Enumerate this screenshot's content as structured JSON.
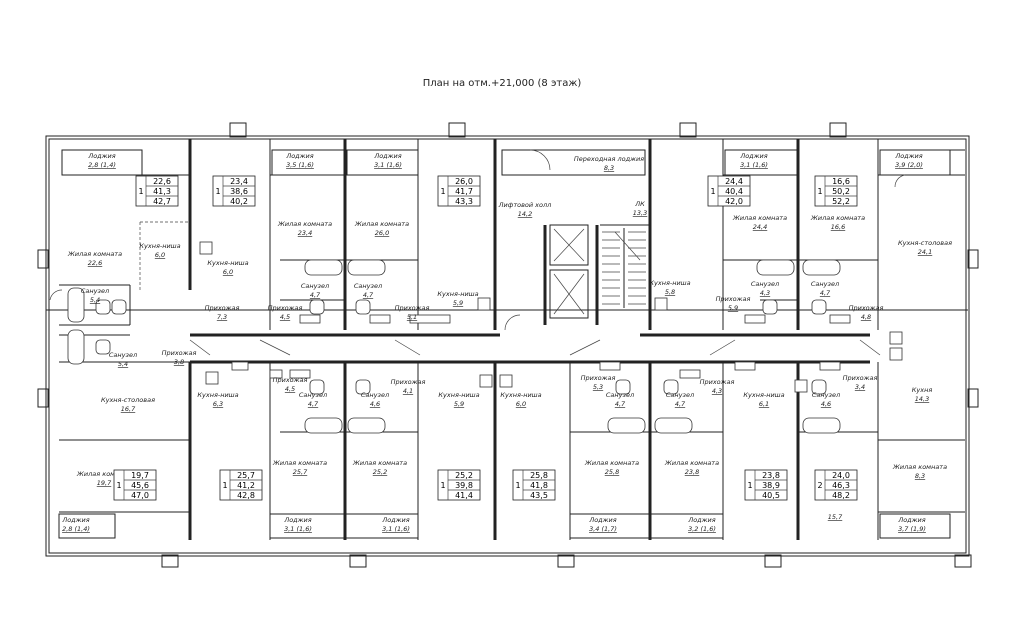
{
  "title": "План на отм.+21,000 (8 этаж)",
  "rooms": [
    {
      "id": "loggia-nw",
      "label": "Лоджия",
      "area": "2,8",
      "area2": "(1,4)"
    },
    {
      "id": "zhk-nw",
      "label": "Жилая комната",
      "area": "22,6"
    },
    {
      "id": "kn-1",
      "label": "Кухня-ниша",
      "area": "6,0"
    },
    {
      "id": "sanuzel-nw",
      "label": "Санузел",
      "area": "5,4"
    },
    {
      "id": "loggia-n2",
      "label": "Лоджия",
      "area": "3,5",
      "area2": "(1,6)"
    },
    {
      "id": "zhk-n2",
      "label": "Жилая комната",
      "area": "23,4"
    },
    {
      "id": "kn-2",
      "label": "Кухня-ниша",
      "area": "6,0"
    },
    {
      "id": "san-n2",
      "label": "Санузел",
      "area": "4,7"
    },
    {
      "id": "pr-n2",
      "label": "Прихожая",
      "area": "4,5"
    },
    {
      "id": "pr-nw",
      "label": "Прихожая",
      "area": "7,3"
    },
    {
      "id": "loggia-n3",
      "label": "Лоджия",
      "area": "3,1",
      "area2": "(1,6)"
    },
    {
      "id": "zhk-n3",
      "label": "Жилая комната",
      "area": "26,0"
    },
    {
      "id": "san-n3",
      "label": "Санузел",
      "area": "4,7"
    },
    {
      "id": "pr-n3",
      "label": "Прихожая",
      "area": "5,1"
    },
    {
      "id": "kn-3",
      "label": "Кухня-ниша",
      "area": "5,9"
    },
    {
      "id": "lift",
      "label": "Лифтовой холл",
      "area": "14,2"
    },
    {
      "id": "trans",
      "label": "Переходная лоджия",
      "area": "8,3"
    },
    {
      "id": "lk",
      "label": "ЛК",
      "area": "13,3"
    },
    {
      "id": "loggia-n4",
      "label": "Лоджия",
      "area": "3,1",
      "area2": "(1,6)"
    },
    {
      "id": "zhk-n4",
      "label": "Жилая комната",
      "area": "24,4"
    },
    {
      "id": "kn-4",
      "label": "Кухня-ниша",
      "area": "5,8"
    },
    {
      "id": "san-n4",
      "label": "Санузел",
      "area": "4,3"
    },
    {
      "id": "pr-n4",
      "label": "Прихожая",
      "area": "5,9"
    },
    {
      "id": "zhk-n5",
      "label": "Жилая комната",
      "area": "16,6"
    },
    {
      "id": "san-n5",
      "label": "Санузел",
      "area": "4,7"
    },
    {
      "id": "pr-n5",
      "label": "Прихожая",
      "area": "4,8"
    },
    {
      "id": "loggia-ne",
      "label": "Лоджия",
      "area": "3,9",
      "area2": "(2,0)"
    },
    {
      "id": "ks-ne",
      "label": "Кухня-столовая",
      "area": "24,1"
    },
    {
      "id": "san-sw",
      "label": "Санузел",
      "area": "5,4"
    },
    {
      "id": "pr-sw",
      "label": "Прихожая",
      "area": "3,8"
    },
    {
      "id": "ks-sw",
      "label": "Кухня-столовая",
      "area": "16,7"
    },
    {
      "id": "zhk-sw",
      "label": "Жилая комната",
      "area": "19,7"
    },
    {
      "id": "loggia-sw",
      "label": "Лоджия",
      "area": "2,8",
      "area2": "(1,4)"
    },
    {
      "id": "kn-s2",
      "label": "Кухня-ниша",
      "area": "6,3"
    },
    {
      "id": "pr-s2",
      "label": "Прихожая",
      "area": "4,5"
    },
    {
      "id": "san-s2",
      "label": "Санузел",
      "area": "4,7"
    },
    {
      "id": "zhk-s2",
      "label": "Жилая комната",
      "area": "25,7"
    },
    {
      "id": "loggia-s2",
      "label": "Лоджия",
      "area": "3,1",
      "area2": "(1,6)"
    },
    {
      "id": "san-s3",
      "label": "Санузел",
      "area": "4,6"
    },
    {
      "id": "pr-s3",
      "label": "Прихожая",
      "area": "4,1"
    },
    {
      "id": "kn-s3",
      "label": "Кухня-ниша",
      "area": "5,9"
    },
    {
      "id": "zhk-s3",
      "label": "Жилая комната",
      "area": "25,2"
    },
    {
      "id": "loggia-s3",
      "label": "Лоджия",
      "area": "3,1",
      "area2": "(1,6)"
    },
    {
      "id": "kn-s4",
      "label": "Кухня-ниша",
      "area": "6,0"
    },
    {
      "id": "pr-s4",
      "label": "Прихожая",
      "area": "5,3"
    },
    {
      "id": "san-s4",
      "label": "Санузел",
      "area": "4,7"
    },
    {
      "id": "zhk-s4",
      "label": "Жилая комната",
      "area": "25,8"
    },
    {
      "id": "loggia-s4",
      "label": "Лоджия",
      "area": "3,4",
      "area2": "(1,7)"
    },
    {
      "id": "san-s5",
      "label": "Санузел",
      "area": "4,7"
    },
    {
      "id": "pr-s5",
      "label": "Прихожая",
      "area": "4,3"
    },
    {
      "id": "zhk-s5",
      "label": "Жилая комната",
      "area": "23,8"
    },
    {
      "id": "loggia-s5",
      "label": "Лоджия",
      "area": "3,2",
      "area2": "(1,6)"
    },
    {
      "id": "kn-s6",
      "label": "Кухня-ниша",
      "area": "6,1"
    },
    {
      "id": "san-s6",
      "label": "Санузел",
      "area": "4,6"
    },
    {
      "id": "pr-s6",
      "label": "Прихожая",
      "area": "3,4"
    },
    {
      "id": "kitchen-se",
      "label": "Кухня",
      "area": "14,3"
    },
    {
      "id": "zhk-se",
      "label": "Жилая комната",
      "area": "8,3"
    },
    {
      "id": "zhk-se2",
      "label": "",
      "area": "15,7"
    },
    {
      "id": "loggia-se",
      "label": "Лоджия",
      "area": "3,7",
      "area2": "(1,9)"
    }
  ],
  "apartments": [
    {
      "id": "apt-n1",
      "rooms": "1",
      "v1": "22,6",
      "v2": "41,3",
      "v3": "42,7"
    },
    {
      "id": "apt-n2",
      "rooms": "1",
      "v1": "23,4",
      "v2": "38,6",
      "v3": "40,2"
    },
    {
      "id": "apt-n3",
      "rooms": "1",
      "v1": "26,0",
      "v2": "41,7",
      "v3": "43,3"
    },
    {
      "id": "apt-n4",
      "rooms": "1",
      "v1": "24,4",
      "v2": "40,4",
      "v3": "42,0"
    },
    {
      "id": "apt-n5",
      "rooms": "1",
      "v1": "16,6",
      "v2": "50,2",
      "v3": "52,2"
    },
    {
      "id": "apt-s1",
      "rooms": "1",
      "v1": "19,7",
      "v2": "45,6",
      "v3": "47,0"
    },
    {
      "id": "apt-s2",
      "rooms": "1",
      "v1": "25,7",
      "v2": "41,2",
      "v3": "42,8"
    },
    {
      "id": "apt-s3",
      "rooms": "1",
      "v1": "25,2",
      "v2": "39,8",
      "v3": "41,4"
    },
    {
      "id": "apt-s4",
      "rooms": "1",
      "v1": "25,8",
      "v2": "41,8",
      "v3": "43,5"
    },
    {
      "id": "apt-s5",
      "rooms": "1",
      "v1": "23,8",
      "v2": "38,9",
      "v3": "40,5"
    },
    {
      "id": "apt-s6",
      "rooms": "2",
      "v1": "24,0",
      "v2": "46,3",
      "v3": "48,2"
    }
  ]
}
